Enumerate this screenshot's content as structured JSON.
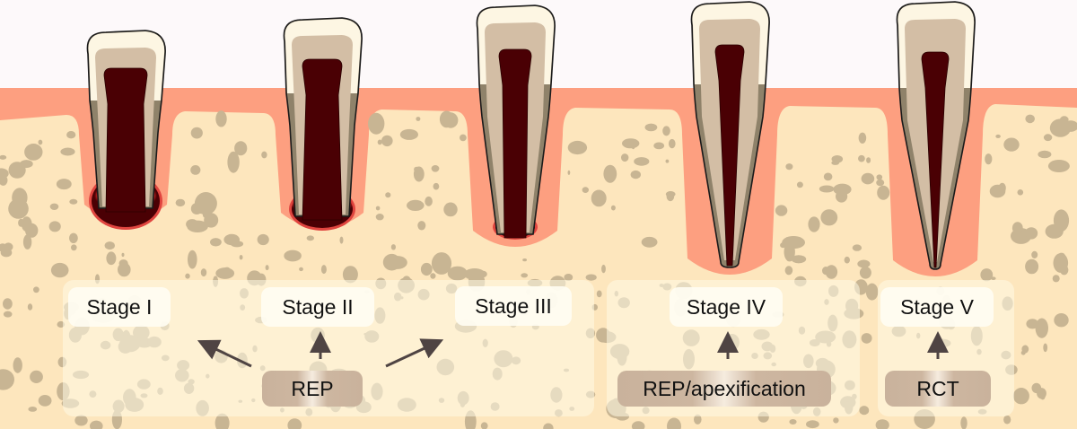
{
  "diagram": {
    "type": "dental root development stages and treatment options",
    "colors": {
      "background": "#fdf9fa",
      "gingiva": "#fd9f80",
      "bone": "#fde6bd",
      "bone_spots": "#c8b593",
      "enamel": "#fdf6e3",
      "dentin": "#d3bea5",
      "cementum": "#8f826a",
      "pulp": "#4a0004",
      "blood": "#d42a2a",
      "treatment_box": "#cdb6a0",
      "arrow": "#4f4443"
    },
    "teeth": [
      {
        "stage": "Stage I",
        "apex": "wide open"
      },
      {
        "stage": "Stage II",
        "apex": "open"
      },
      {
        "stage": "Stage III",
        "apex": "narrowing"
      },
      {
        "stage": "Stage IV",
        "apex": "nearly closed"
      },
      {
        "stage": "Stage V",
        "apex": "closed"
      }
    ],
    "groups": [
      {
        "treatment": "REP",
        "stages": [
          "Stage I",
          "Stage II",
          "Stage III"
        ]
      },
      {
        "treatment": "REP/apexification",
        "stages": [
          "Stage IV"
        ]
      },
      {
        "treatment": "RCT",
        "stages": [
          "Stage V"
        ]
      }
    ]
  }
}
